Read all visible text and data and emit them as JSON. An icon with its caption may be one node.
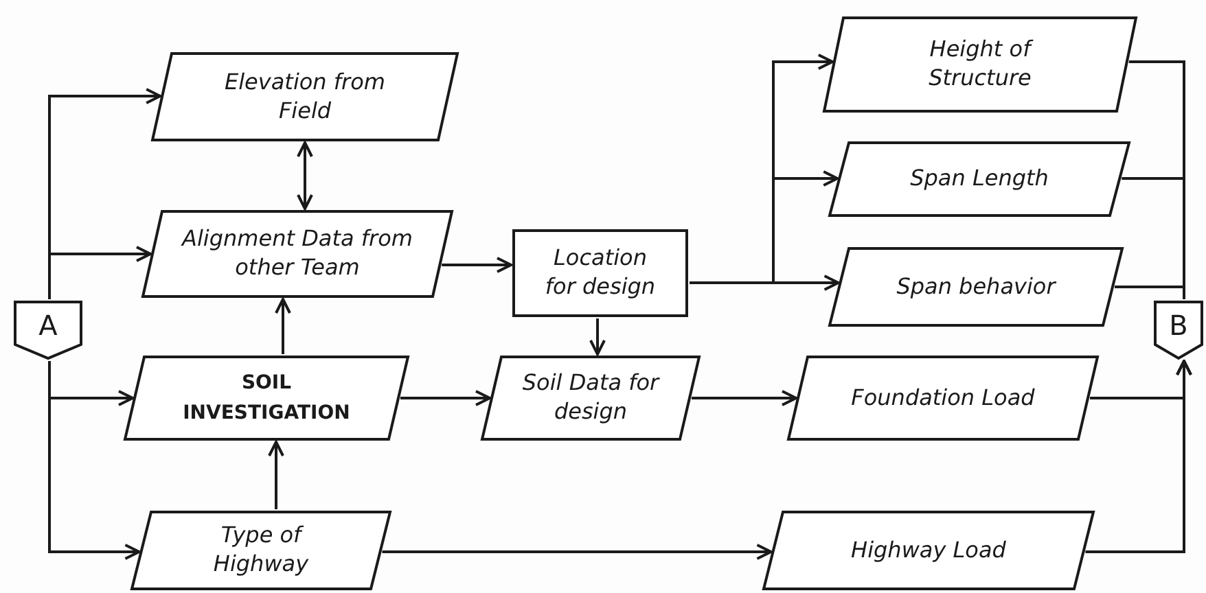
{
  "diagram": {
    "nodes": [
      {
        "text": [
          "A"
        ]
      },
      {
        "text": [
          "Elevation from Field"
        ]
      },
      {
        "text": [
          "Alignment Data from other Team"
        ]
      },
      {
        "text": [
          "Location for design"
        ]
      },
      {
        "text": [
          "SOIL INVESTIGATION"
        ]
      },
      {
        "text": [
          "Soil Data for design"
        ]
      },
      {
        "text": [
          "Height of Structure"
        ]
      },
      {
        "text": [
          "Span Length"
        ]
      },
      {
        "text": [
          "Span behavior"
        ]
      },
      {
        "text": [
          "Foundation Load"
        ]
      },
      {
        "text": [
          "Type of Highway"
        ]
      },
      {
        "text": [
          "Highway Load"
        ]
      },
      {
        "text": [
          "B"
        ]
      }
    ],
    "edges": [
      {
        "from": 0,
        "to": 1,
        "arrow": "to"
      },
      {
        "from": 0,
        "to": 2,
        "arrow": "to"
      },
      {
        "from": 0,
        "to": 4,
        "arrow": "to"
      },
      {
        "from": 0,
        "to": 10,
        "arrow": "to"
      },
      {
        "from": 1,
        "to": 2,
        "arrow": "both"
      },
      {
        "from": 2,
        "to": 3,
        "arrow": "to"
      },
      {
        "from": 4,
        "to": 2,
        "arrow": "to"
      },
      {
        "from": 10,
        "to": 4,
        "arrow": "to"
      },
      {
        "from": 4,
        "to": 5,
        "arrow": "to"
      },
      {
        "from": 3,
        "to": 5,
        "arrow": "to"
      },
      {
        "from": 3,
        "to": 6,
        "arrow": "to"
      },
      {
        "from": 3,
        "to": 7,
        "arrow": "to"
      },
      {
        "from": 3,
        "to": 8,
        "arrow": "to"
      },
      {
        "from": 5,
        "to": 9,
        "arrow": "to"
      },
      {
        "from": 10,
        "to": 11,
        "arrow": "to"
      },
      {
        "from": 6,
        "to": 12,
        "arrow": "none"
      },
      {
        "from": 7,
        "to": 12,
        "arrow": "none"
      },
      {
        "from": 8,
        "to": 12,
        "arrow": "none"
      },
      {
        "from": 9,
        "to": 12,
        "arrow": "to"
      },
      {
        "from": 11,
        "to": 12,
        "arrow": "to"
      }
    ]
  }
}
